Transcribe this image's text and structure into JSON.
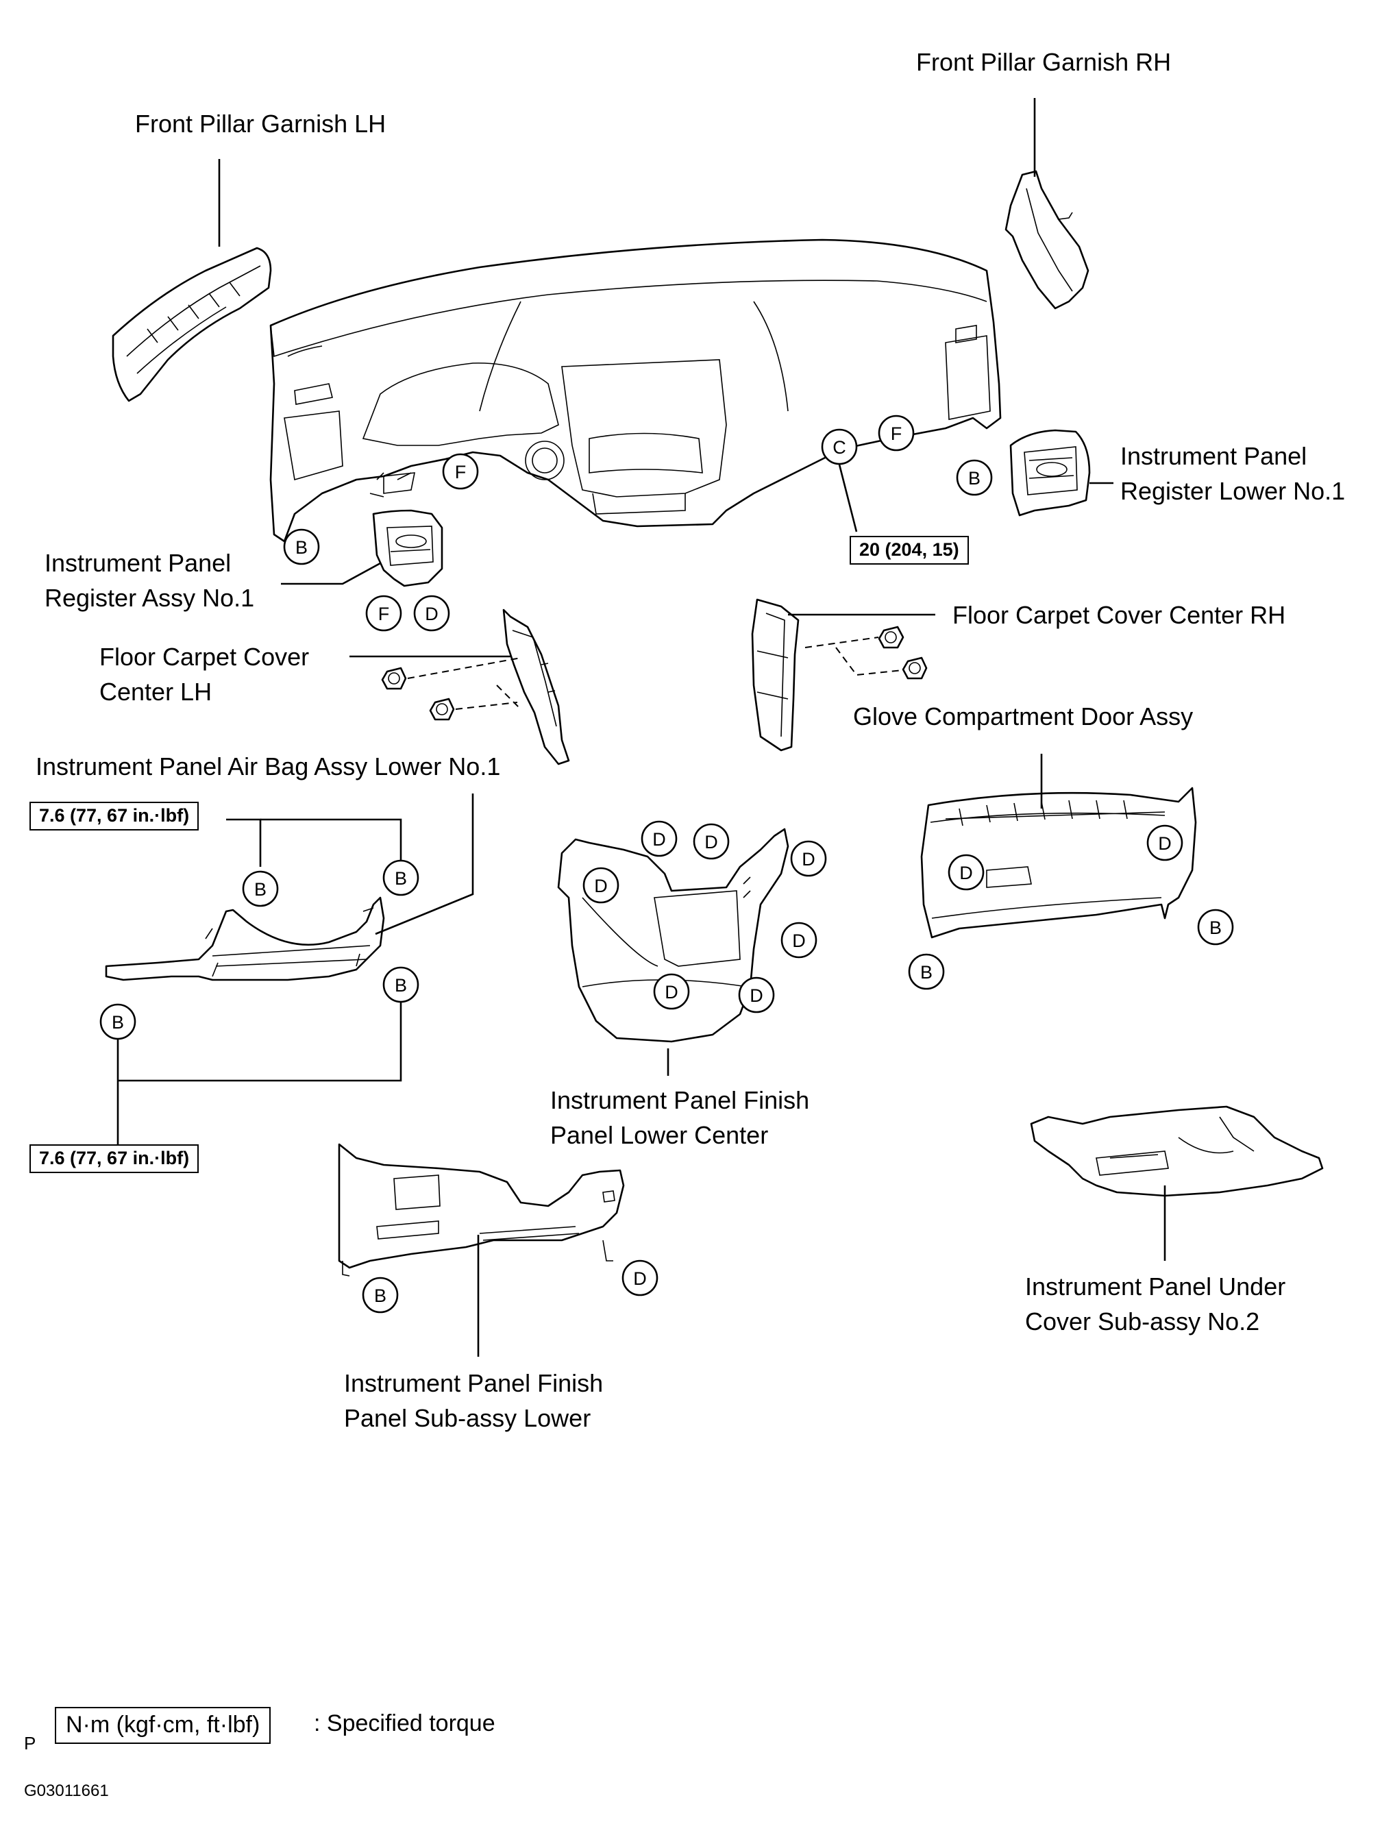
{
  "labels": {
    "front_pillar_garnish_lh": [
      "Front Pillar Garnish LH"
    ],
    "front_pillar_garnish_rh": [
      "Front Pillar Garnish RH"
    ],
    "register_lower_no1": [
      "Instrument Panel",
      "Register Lower No.1"
    ],
    "register_assy_no1": [
      "Instrument Panel",
      "Register Assy No.1"
    ],
    "floor_carpet_center_lh": [
      "Floor Carpet Cover",
      "Center LH"
    ],
    "floor_carpet_center_rh": [
      "Floor Carpet Cover Center RH"
    ],
    "glove_compartment": [
      "Glove Compartment Door Assy"
    ],
    "air_bag_lower": [
      "Instrument Panel Air Bag Assy Lower No.1"
    ],
    "finish_panel_lower_center": [
      "Instrument Panel Finish",
      "Panel Lower Center"
    ],
    "finish_panel_sub_assy_lower": [
      "Instrument Panel Finish",
      "Panel Sub-assy Lower"
    ],
    "under_cover_no2": [
      "Instrument Panel Under",
      "Cover Sub-assy No.2"
    ]
  },
  "torque_specs": {
    "panel_bolt": "20 (204, 15)",
    "airbag_upper": "7.6 (77, 67 in.·lbf)",
    "airbag_lower": "7.6 (77, 67 in.·lbf)"
  },
  "callouts": {
    "F1": "F",
    "F2": "F",
    "F3": "F",
    "C": "C",
    "B1": "B",
    "B2": "B",
    "B3": "B",
    "B4": "B",
    "B5": "B",
    "B6": "B",
    "B7": "B",
    "B8": "B",
    "B9": "B",
    "D1": "D",
    "D2": "D",
    "D3": "D",
    "D4": "D",
    "D5": "D",
    "D6": "D",
    "D7": "D",
    "D8": "D",
    "D9": "D",
    "D10": "D",
    "D11": "D"
  },
  "legend": {
    "unit_box": "N·m (kgf·cm, ft·lbf)",
    "description": ": Specified torque"
  },
  "footer": {
    "marker": "P",
    "figure_id": "G03011661"
  }
}
